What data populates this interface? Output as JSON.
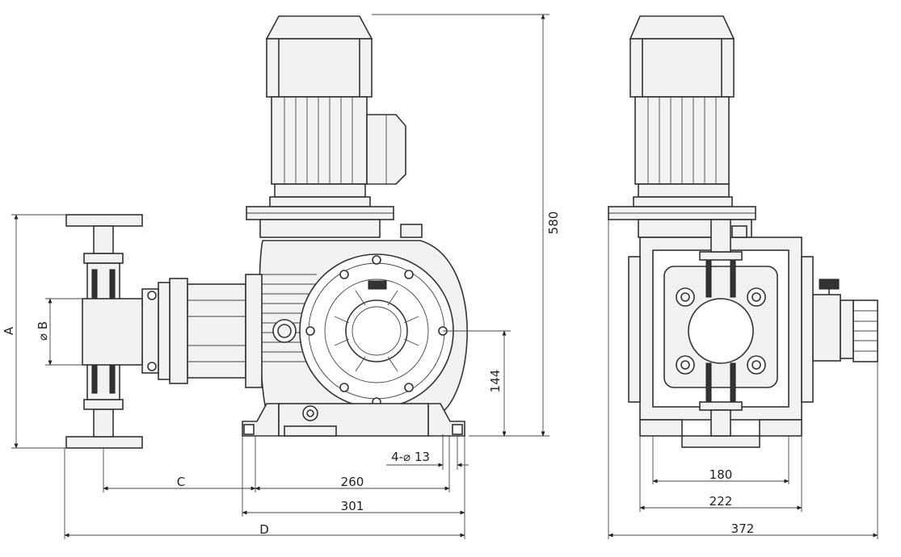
{
  "labels": {
    "A": "A",
    "B": "⌀ B",
    "C": "C",
    "D": "D",
    "d580": "580",
    "d144": "144",
    "d13": "4-⌀ 13",
    "d260": "260",
    "d301": "301",
    "d180": "180",
    "d222": "222",
    "d372": "372"
  },
  "colors": {
    "line": "#333333",
    "body_fill": "#f2f2f2",
    "background": "#ffffff"
  }
}
